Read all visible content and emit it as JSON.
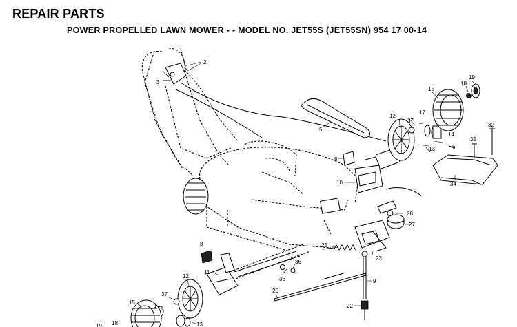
{
  "header": {
    "title": "REPAIR PARTS",
    "subtitle": "POWER PROPELLED LAWN MOWER - - MODEL NO. JET55S (JET55SN) 954 17 00-14"
  },
  "callouts": {
    "c2": "2",
    "c3": "3",
    "c5": "5",
    "c8a": "8",
    "c10": "10",
    "c12a": "12",
    "c37a": "37",
    "c17a": "17",
    "c14a": "14",
    "c15a": "15",
    "c18a": "18",
    "c19a": "19",
    "c13a": "13",
    "c6": "6",
    "c32a": "32",
    "c32b": "32",
    "c34": "34",
    "c28": "28",
    "c27": "27",
    "c25": "25",
    "c23": "23",
    "c9": "9",
    "c22": "22",
    "c20": "20",
    "c36a": "36",
    "c36b": "36",
    "c8b": "8",
    "c11": "11",
    "c12b": "12",
    "c37b": "37",
    "c17b": "17",
    "c15b": "15",
    "c18b": "18",
    "c19b": "19",
    "c13b": "13"
  }
}
